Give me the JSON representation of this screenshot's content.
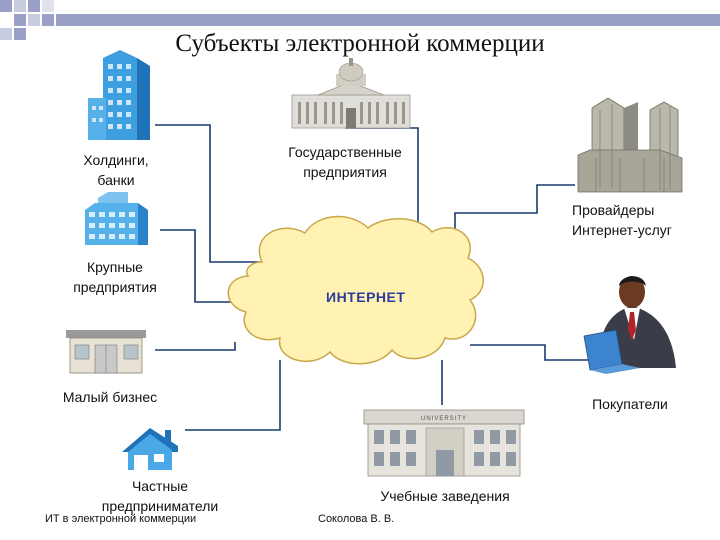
{
  "title": "Субъекты электронной коммерции",
  "center": {
    "label": "ИНТЕРНЕТ"
  },
  "nodes": {
    "holdings": {
      "line1": "Холдинги,",
      "line2": "банки",
      "icon": "skyscraper-icon"
    },
    "large": {
      "line1": "Крупные",
      "line2": "предприятия",
      "icon": "office-building-icon"
    },
    "small": {
      "line1": "Малый бизнес",
      "icon": "shop-icon"
    },
    "private": {
      "line1": "Частные",
      "line2": "предприниматели",
      "icon": "house-icon"
    },
    "gov": {
      "line1": "Государственные",
      "line2": "предприятия",
      "icon": "capitol-building-icon"
    },
    "providers": {
      "line1": "Провайдеры",
      "line2": "Интернет-услуг",
      "icon": "datacenter-towers-icon"
    },
    "buyers": {
      "line1": "Покупатели",
      "icon": "businessman-laptop-icon"
    },
    "edu": {
      "line1": "Учебные заведения",
      "icon": "university-building-icon",
      "sign": "UNIVERSITY"
    }
  },
  "footer": {
    "left": "ИТ в электронной коммерции",
    "right": "Соколова В. В."
  },
  "colors": {
    "line": "#1a3a6e",
    "cloud": "#fff2b3",
    "cloud_stroke": "#c9a74a",
    "blue": "#39a0de"
  }
}
